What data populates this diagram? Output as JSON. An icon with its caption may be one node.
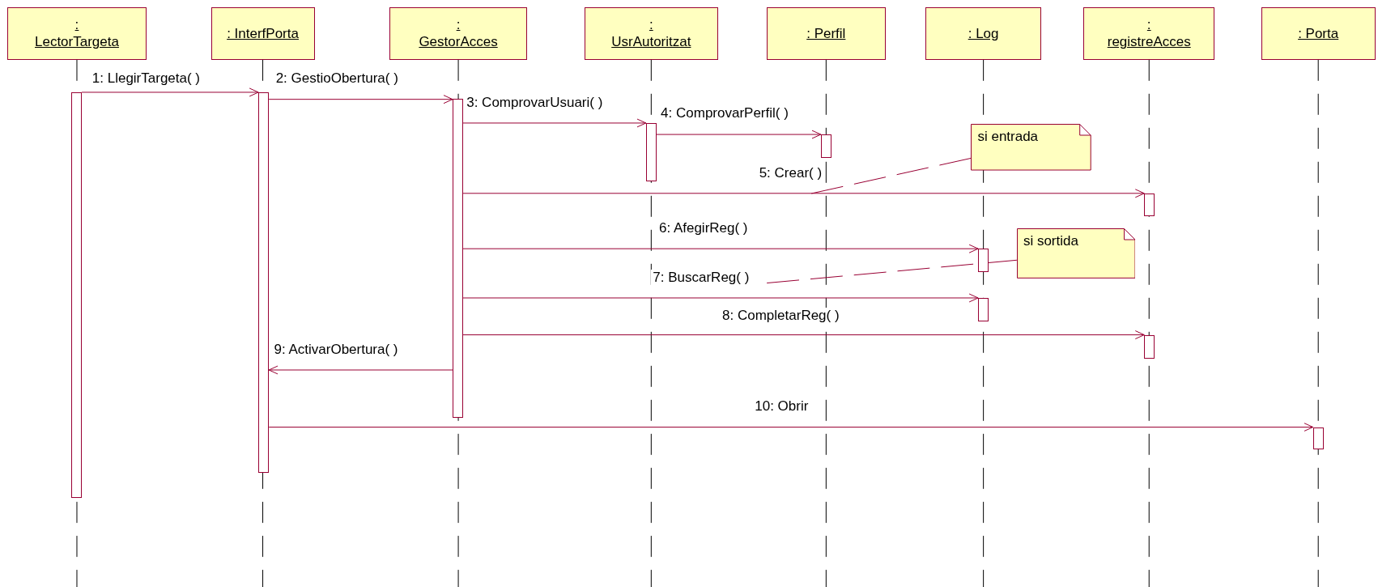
{
  "diagram": {
    "nodes": [
      {
        "text": [
          ": LectorTargeta"
        ]
      },
      {
        "text": [
          ": InterfPorta"
        ]
      },
      {
        "text": [
          ": GestorAcces"
        ]
      },
      {
        "text": [
          ": UsrAutoritzat"
        ]
      },
      {
        "text": [
          ": Perfil"
        ]
      },
      {
        "text": [
          ": Log"
        ]
      },
      {
        "text": [
          ": registreAcces"
        ]
      },
      {
        "text": [
          ": Porta"
        ]
      },
      {
        "text": [],
        "shape": "bar"
      },
      {
        "text": [],
        "shape": "bar"
      },
      {
        "text": [],
        "shape": "bar"
      },
      {
        "text": [],
        "shape": "bar"
      },
      {
        "text": [],
        "shape": "bar"
      },
      {
        "text": [
          "si entrada"
        ]
      },
      {
        "text": [],
        "shape": "bar"
      },
      {
        "text": [],
        "shape": "bar"
      },
      {
        "text": [
          "si sortida"
        ]
      },
      {
        "text": [],
        "shape": "bar"
      },
      {
        "text": [],
        "shape": "bar"
      },
      {
        "text": [],
        "shape": "bar"
      }
    ],
    "edges": [
      {
        "from": 8,
        "to": 9,
        "arrow": "to",
        "label": "1: LlegirTargeta( )"
      },
      {
        "from": 9,
        "to": 10,
        "arrow": "to",
        "label": "2: GestioObertura( )"
      },
      {
        "from": 10,
        "to": 11,
        "arrow": "to",
        "label": "3: ComprovarUsuari( )"
      },
      {
        "from": 11,
        "to": 12,
        "arrow": "to",
        "label": "4: ComprovarPerfil( )"
      },
      {
        "from": 10,
        "to": 14,
        "arrow": "to",
        "label": "5: Crear( )"
      },
      {
        "from": 10,
        "to": 15,
        "arrow": "to",
        "label": "6: AfegirReg( )"
      },
      {
        "from": 10,
        "to": 17,
        "arrow": "to",
        "label": "7: BuscarReg( )"
      },
      {
        "from": 10,
        "to": 18,
        "arrow": "to",
        "label": "8: CompletarReg( )"
      },
      {
        "from": 10,
        "to": 9,
        "arrow": "to",
        "label": "9: ActivarObertura( )"
      },
      {
        "from": 9,
        "to": 19,
        "arrow": "to",
        "label": "10: Obrir"
      },
      {
        "from": 13,
        "to": null,
        "arrow": "none",
        "style": "dashed"
      },
      {
        "from": 16,
        "to": null,
        "arrow": "none",
        "style": "dashed"
      }
    ]
  }
}
